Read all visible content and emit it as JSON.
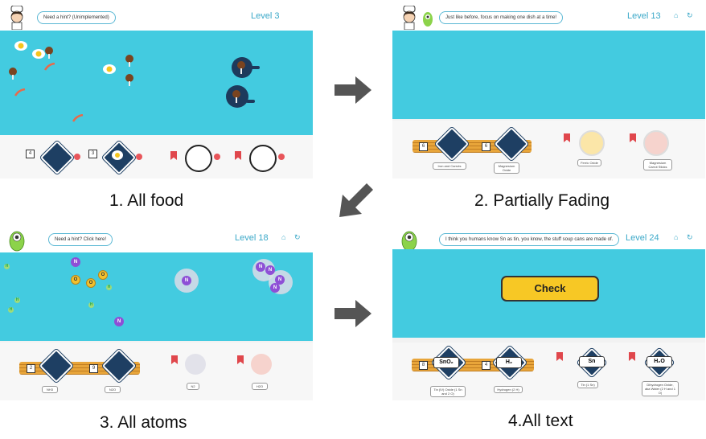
{
  "panels": {
    "p1": {
      "bubble": "Need a hint? (Unimplemented)",
      "level": "Level 3",
      "cards": [
        {
          "count": "4"
        },
        {
          "count": "3"
        }
      ]
    },
    "p2": {
      "bubble": "Just like before, focus on making one dish at a time!",
      "level": "Level 13",
      "cards": [
        {
          "count": "6",
          "label": "Iron and Carrots"
        },
        {
          "count": "6",
          "label": "Magnesium Oxide"
        }
      ],
      "tray_labels": [
        "Ferric Oxide",
        "Magnesium Carrot Sticks"
      ]
    },
    "p3": {
      "bubble": "Need a hint? Click here!",
      "level": "Level 18",
      "cards": [
        {
          "count": "2",
          "label": "NH3"
        },
        {
          "count": "9",
          "label": "N2O"
        }
      ],
      "tray_labels": [
        "N2",
        "H2O"
      ]
    },
    "p4": {
      "bubble": "I think you humans know Sn as tin, you know, the stuff soup cans are made of.",
      "level": "Level 24",
      "check_button": "Check",
      "cards": [
        {
          "count": "8",
          "formula": "SnO₂",
          "label": "Tin (IV) Oxide (1 Sn and 2 O)"
        },
        {
          "count": "4",
          "formula": "H₂",
          "label": "Hydrogen (2 H)"
        }
      ],
      "tray": [
        {
          "formula": "Sn",
          "label": "Tin (1 Sn)"
        },
        {
          "formula": "H₂O",
          "label": "Dihydrogen Oxide, aka Water (2 H and 1 O)"
        }
      ]
    }
  },
  "captions": [
    "1. All food",
    "2. Partially Fading",
    "3. All atoms",
    "4.All text"
  ],
  "atom_symbols": {
    "n": "N",
    "o": "O",
    "h": "H"
  },
  "icons": {
    "home": "home-icon",
    "restart": "restart-icon",
    "arrow": "arrow-icon",
    "bookmark": "bookmark-icon"
  }
}
